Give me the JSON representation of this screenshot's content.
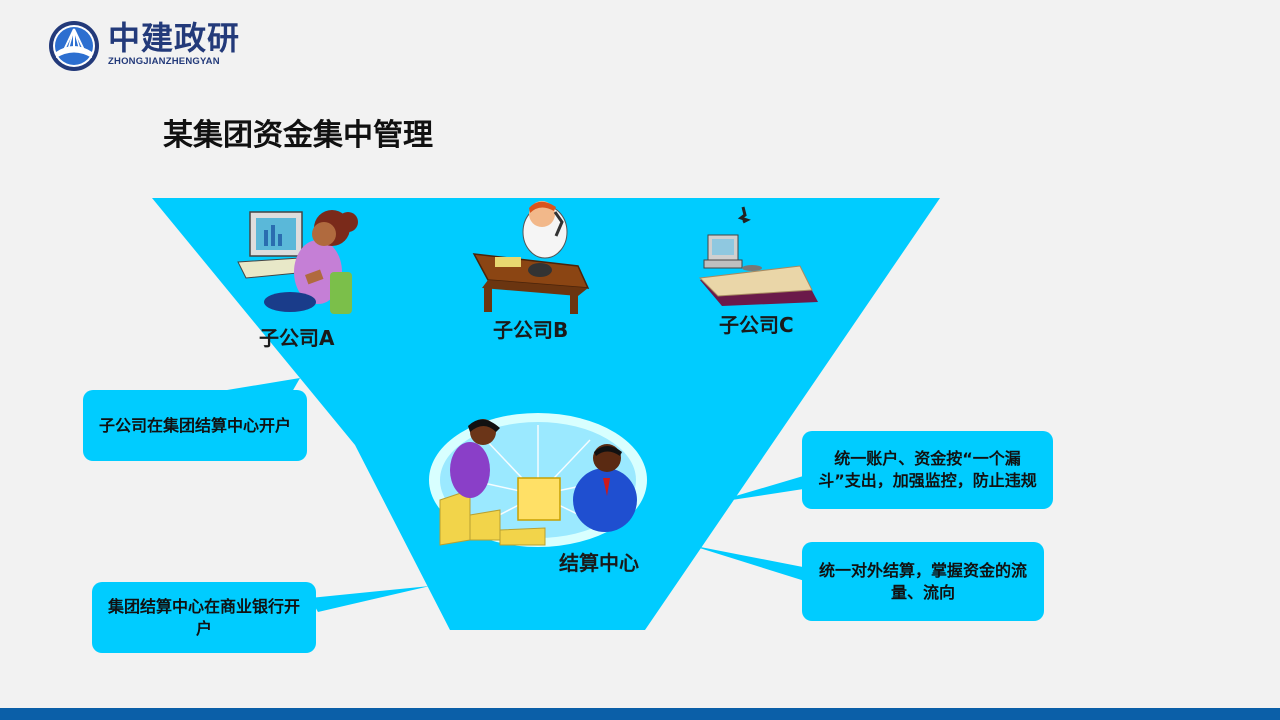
{
  "logo": {
    "cn": "中建政研",
    "en": "ZHONGJIANZHENGYAN"
  },
  "title": "某集团资金集中管理",
  "funnel": {
    "subsidiaries": [
      {
        "label": "子公司A"
      },
      {
        "label": "子公司B"
      },
      {
        "label": "子公司C"
      }
    ],
    "center_label": "结算中心"
  },
  "callouts": {
    "open_account": "子公司在集团结算中心开户",
    "bank_account": "集团结算中心在商业银行开户",
    "unified_account": "统一账户、资金按“一个漏斗”支出，加强监控，防止违规",
    "unified_settlement": "统一对外结算，掌握资金的流量、流向"
  },
  "colors": {
    "funnel": "#00ccff",
    "brand": "#233a7a",
    "footer": "#0b5fa8"
  }
}
